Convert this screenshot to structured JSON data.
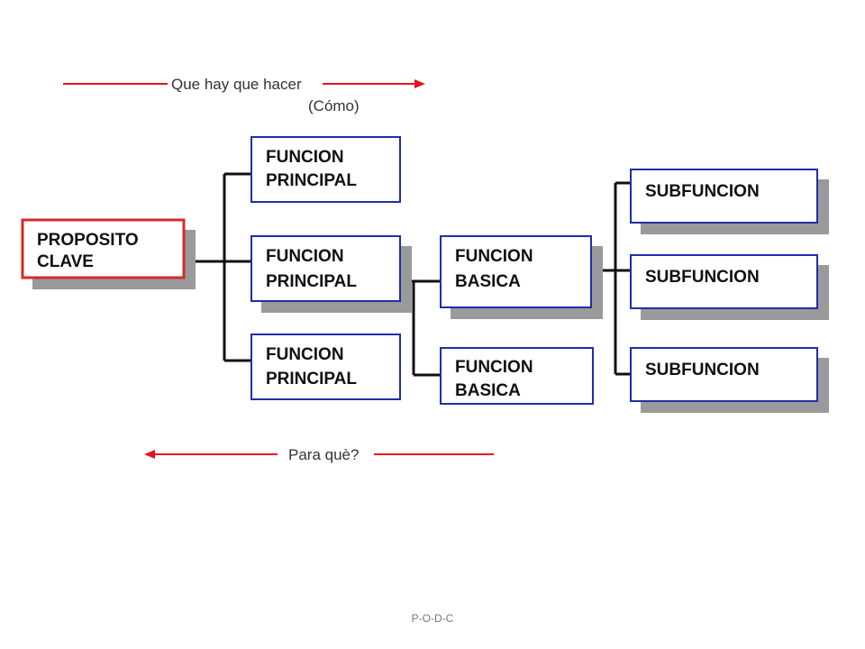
{
  "top_arrow": {
    "label": "Que hay que hacer",
    "sublabel": "(Cómo)"
  },
  "bottom_arrow": {
    "label": "Para què?"
  },
  "nodes": {
    "proposito": {
      "line1": "PROPOSITO",
      "line2": "CLAVE"
    },
    "principal_1": {
      "line1": "FUNCION",
      "line2": "PRINCIPAL"
    },
    "principal_2": {
      "line1": "FUNCION",
      "line2": "PRINCIPAL"
    },
    "principal_3": {
      "line1": "FUNCION",
      "line2": "PRINCIPAL"
    },
    "basica_1": {
      "line1": "FUNCION",
      "line2": "BASICA"
    },
    "basica_2": {
      "line1": "FUNCION",
      "line2": "BASICA"
    },
    "sub_1": {
      "line1": "SUBFUNCION"
    },
    "sub_2": {
      "line1": "SUBFUNCION"
    },
    "sub_3": {
      "line1": "SUBFUNCION"
    }
  },
  "colors": {
    "arrow": "#e0141e",
    "box_border_blue": "#1e2ea8",
    "box_border_red": "#d42a2a",
    "shadow": "#9a9a9a",
    "connector": "#111111"
  },
  "footer": "P-O-D-C"
}
